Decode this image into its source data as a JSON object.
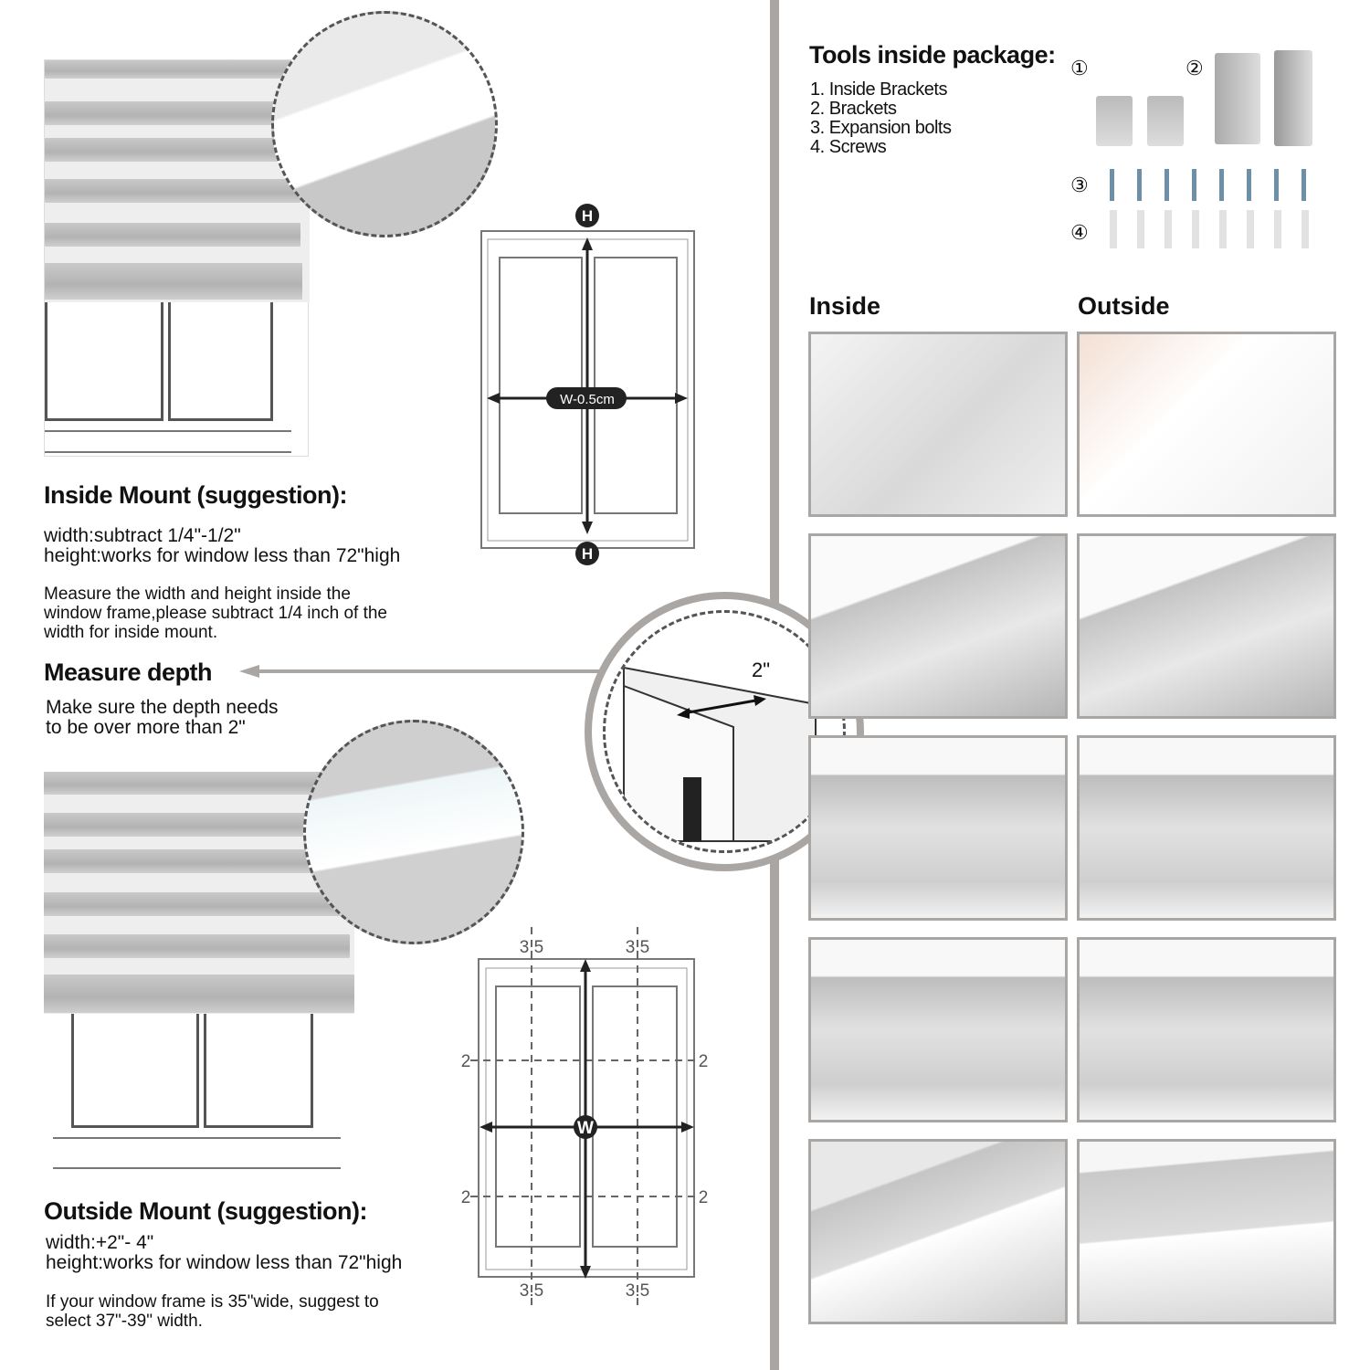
{
  "tools": {
    "title": "Tools inside package:",
    "items": [
      "1. Inside Brackets",
      "2. Brackets",
      "3. Expansion bolts",
      "4. Screws"
    ],
    "markers": [
      "①",
      "②",
      "③",
      "④"
    ]
  },
  "inside_mount": {
    "title": "Inside Mount (suggestion):",
    "width_line": "width:subtract 1/4\"-1/2\"",
    "height_line": "height:works for window less than 72\"high",
    "note_lines": [
      "Measure the width and height inside the",
      "window frame,please subtract 1/4 inch of the",
      "width for inside mount."
    ],
    "diagram": {
      "height_label": "H",
      "width_label": "W-0.5cm"
    }
  },
  "measure_depth": {
    "title": "Measure depth",
    "lines": [
      "Make sure the depth needs",
      "to be over more than 2\""
    ],
    "depth_label": "2\""
  },
  "outside_mount": {
    "title": "Outside Mount (suggestion):",
    "width_line": "width:+2\"- 4\"",
    "height_line": "height:works for window less than 72\"high",
    "note_lines": [
      "If your window frame is 35\"wide, suggest to",
      "select 37\"-39\" width."
    ],
    "diagram": {
      "width_label": "W",
      "top": "3.5",
      "bottom": "3.5",
      "side": "2"
    }
  },
  "install": {
    "inside_label": "Inside",
    "outside_label": "Outside"
  },
  "colors": {
    "divider": "#a9a6a3",
    "text": "#111111"
  }
}
